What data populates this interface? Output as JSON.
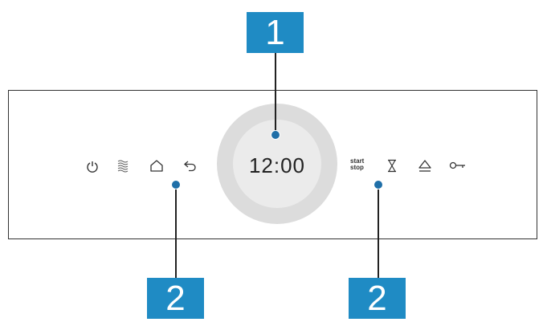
{
  "display": {
    "time": "12:00"
  },
  "left_controls": {
    "icons": [
      "power-icon",
      "hot-air-icon",
      "home-icon",
      "back-icon"
    ]
  },
  "right_controls": {
    "start_stop_line1": "start",
    "start_stop_line2": "stop",
    "icons": [
      "hourglass-icon",
      "eject-icon",
      "key-icon"
    ]
  },
  "callouts": {
    "display_number": "1",
    "left_controls_number": "2",
    "right_controls_number": "2",
    "color": "#1f8bc4"
  }
}
